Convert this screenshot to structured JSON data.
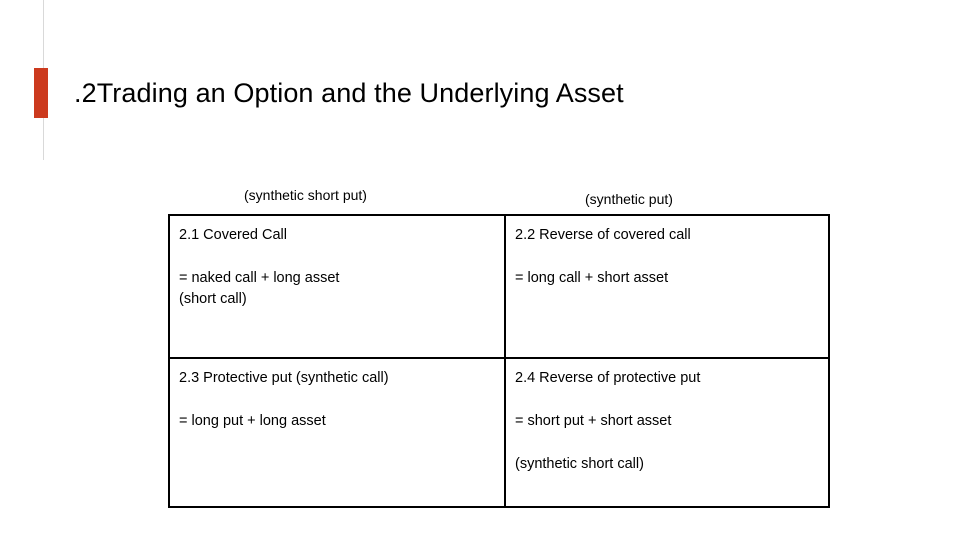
{
  "slide": {
    "title": ".2Trading an Option and the Underlying Asset",
    "accent_color": "#cc3a1e",
    "rule_color": "#d9d9d9"
  },
  "column_captions": {
    "left": "(synthetic short put)",
    "right": "(synthetic put)"
  },
  "matrix": {
    "rows": [
      {
        "cells": [
          {
            "heading": "2.1 Covered Call",
            "formula": "= naked call + long asset",
            "note": "(short call)"
          },
          {
            "heading": "2.2 Reverse of covered call",
            "formula": "= long call + short asset",
            "note": ""
          }
        ]
      },
      {
        "cells": [
          {
            "heading": "2.3 Protective put (synthetic call)",
            "formula": "= long put + long asset",
            "note": ""
          },
          {
            "heading": "2.4 Reverse of protective put",
            "formula": "= short put + short asset",
            "note": "(synthetic short call)"
          }
        ]
      }
    ]
  }
}
